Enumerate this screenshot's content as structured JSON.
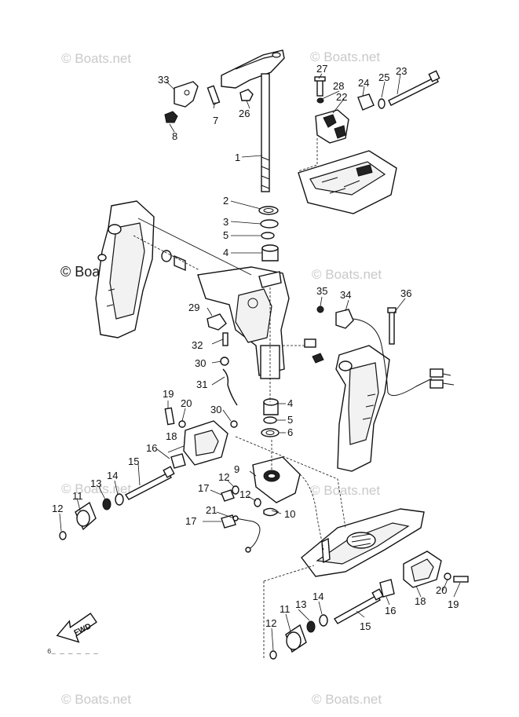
{
  "watermark": {
    "text": "© Boats.net",
    "copies": 8
  },
  "fwd_label": "FWD",
  "footer_code": "6_ _ _ _ _ _",
  "callouts": {
    "c1": "1",
    "c2": "2",
    "c3": "3",
    "c4a": "4",
    "c4b": "4",
    "c5a": "5",
    "c5b": "5",
    "c6": "6",
    "c7": "7",
    "c8": "8",
    "c9": "9",
    "c10": "10",
    "c11a": "11",
    "c11b": "11",
    "c12a": "12",
    "c12b": "12",
    "c12c": "12",
    "c12d": "12",
    "c13a": "13",
    "c13b": "13",
    "c14a": "14",
    "c14b": "14",
    "c15a": "15",
    "c15b": "15",
    "c16a": "16",
    "c16b": "16",
    "c17a": "17",
    "c17b": "17",
    "c18a": "18",
    "c18b": "18",
    "c19a": "19",
    "c19b": "19",
    "c20a": "20",
    "c20b": "20",
    "c21": "21",
    "c22": "22",
    "c23": "23",
    "c24": "24",
    "c25": "25",
    "c26": "26",
    "c27": "27",
    "c28": "28",
    "c29": "29",
    "c30a": "30",
    "c30b": "30",
    "c31": "31",
    "c32": "32",
    "c33": "33",
    "c34": "34",
    "c35": "35",
    "c36": "36"
  }
}
